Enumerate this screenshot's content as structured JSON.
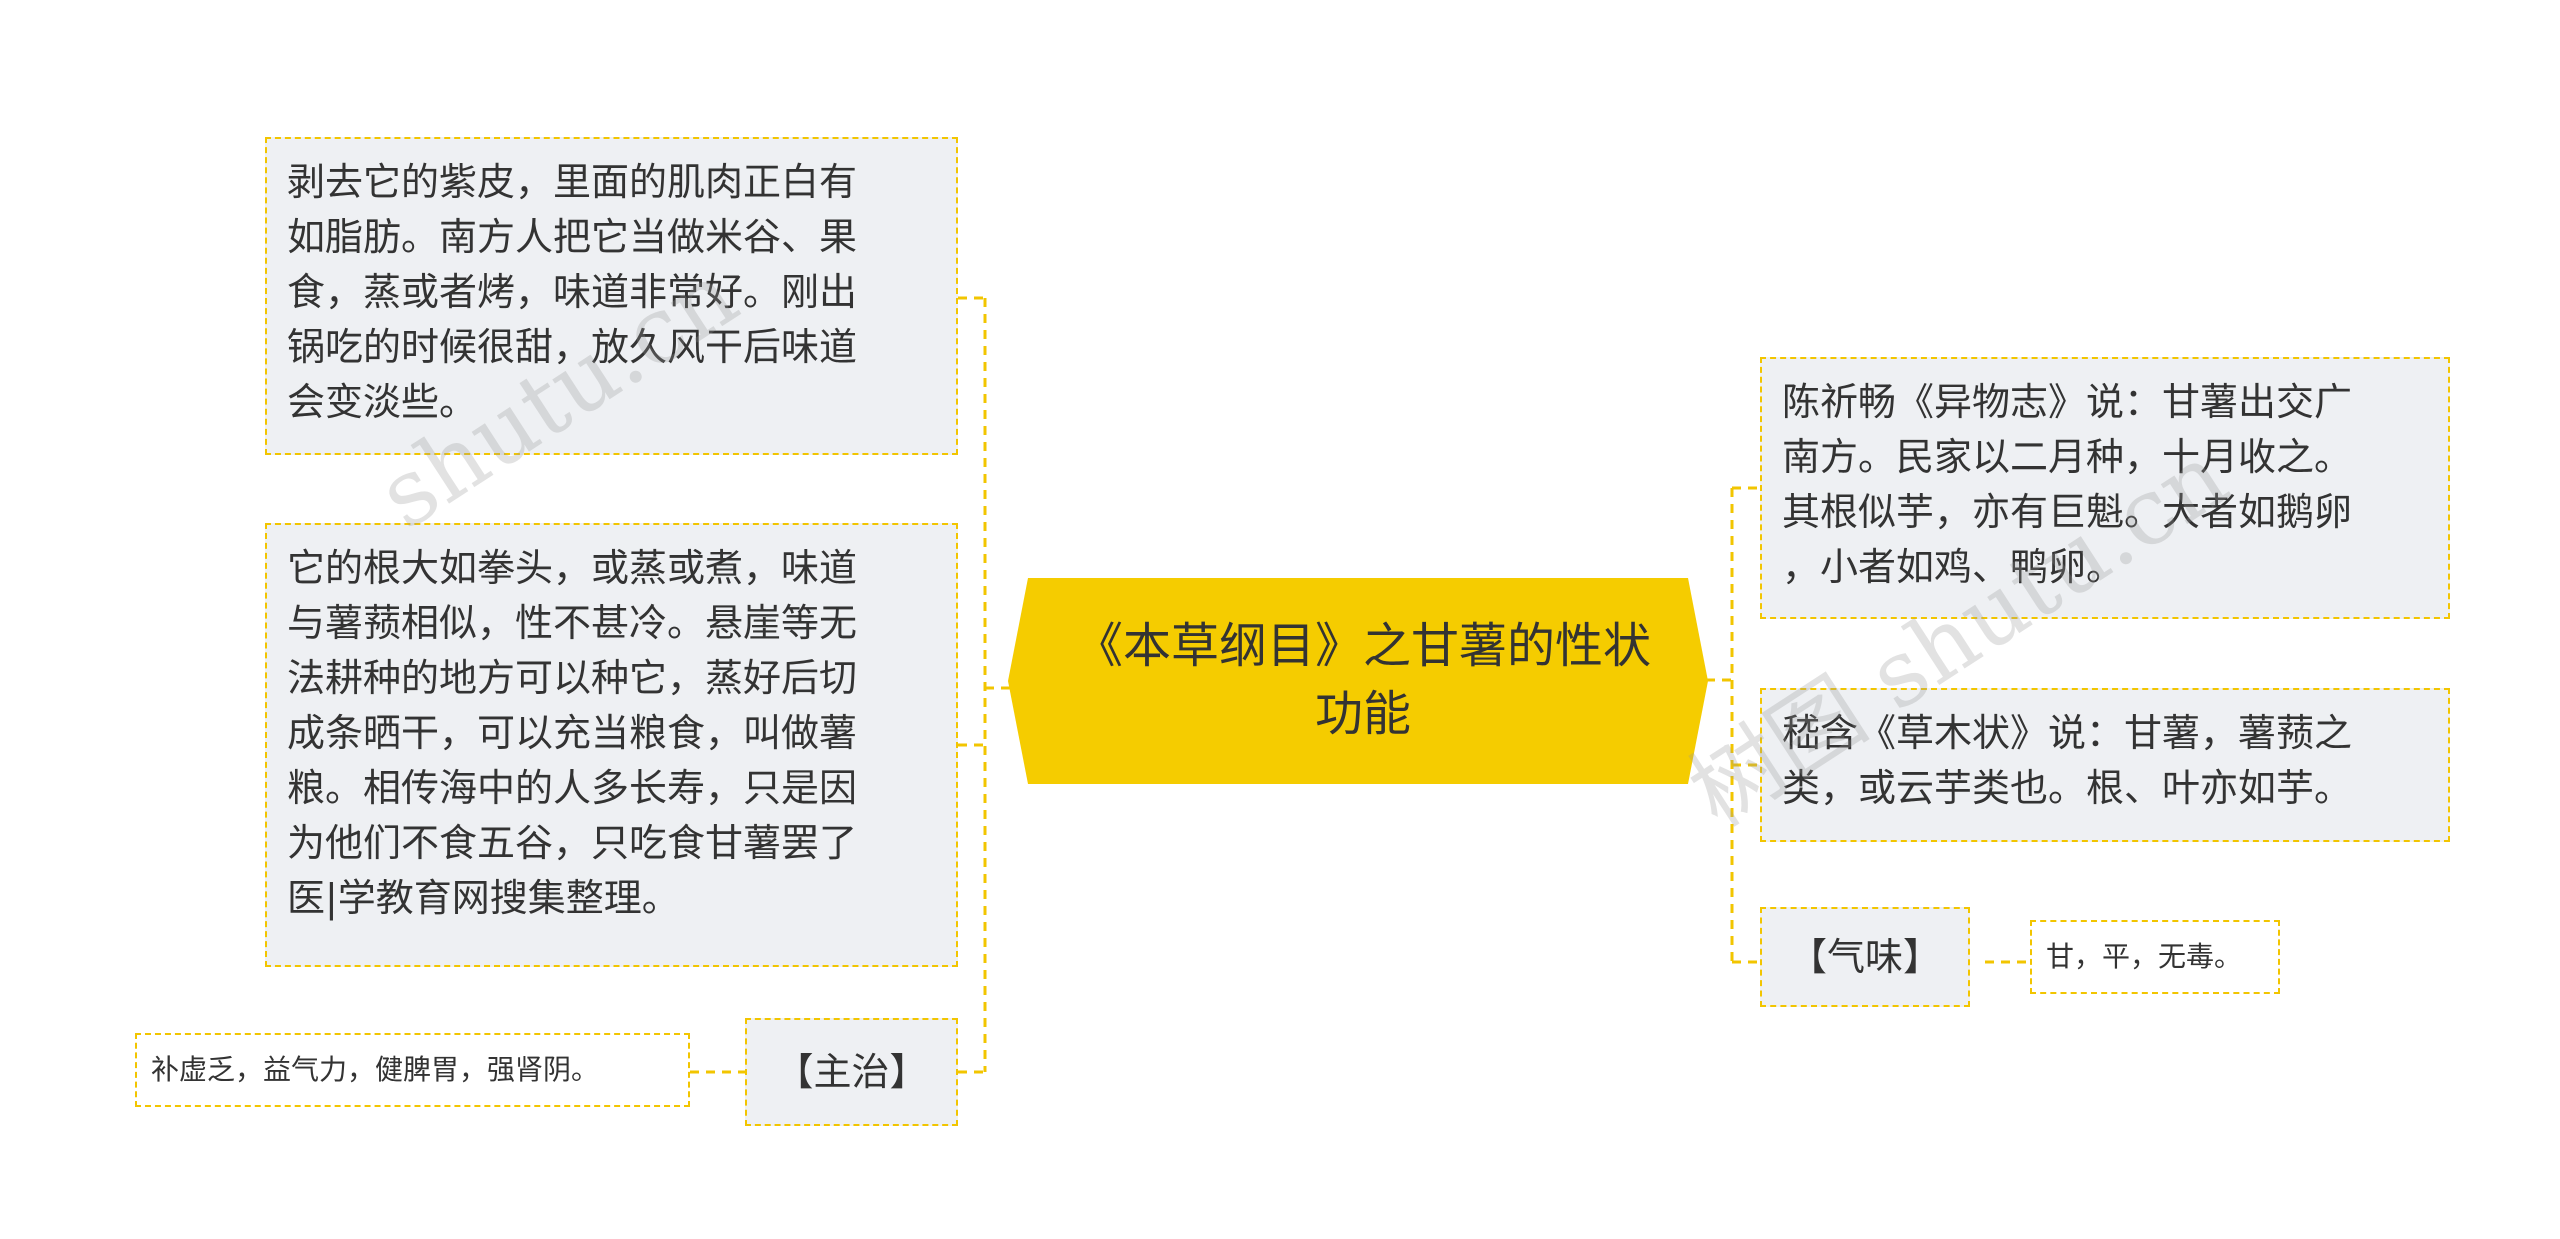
{
  "mindmap": {
    "center": {
      "label": "《本草纲目》之甘薯的性状功能"
    },
    "left_nodes": [
      {
        "text": "剥去它的紫皮，里面的肌肉正白有\n如脂肪。南方人把它当做米谷、果\n食，蒸或者烤，味道非常好。刚出\n锅吃的时候很甜，放久风干后味道\n会变淡些。"
      },
      {
        "text": "它的根大如拳头，或蒸或煮，味道\n与薯蓣相似，性不甚冷。悬崖等无\n法耕种的地方可以种它，蒸好后切\n成条晒干，可以充当粮食，叫做薯\n粮。相传海中的人多长寿，只是因\n为他们不食五谷，只吃食甘薯罢了\n医|学教育网搜集整理。"
      }
    ],
    "left_tag": {
      "label": "【主治】",
      "child": "补虚乏，益气力，健脾胃，强肾阴。"
    },
    "right_nodes": [
      {
        "text": "陈祈畅《异物志》说：甘薯出交广\n南方。民家以二月种，十月收之。\n其根似芋，亦有巨魁。大者如鹅卵\n，小者如鸡、鸭卵。"
      },
      {
        "text": "嵇含《草木状》说：甘薯，薯蓣之\n类，或云芋类也。根、叶亦如芋。"
      }
    ],
    "right_tag": {
      "label": "【气味】",
      "child": "甘，平，无毒。"
    }
  },
  "watermarks": [
    "shutu.cn",
    "树图 shutu.cn"
  ],
  "colors": {
    "center_fill": "#f5cc00",
    "connector": "#f2c500",
    "node_fill": "#eef0f3"
  }
}
